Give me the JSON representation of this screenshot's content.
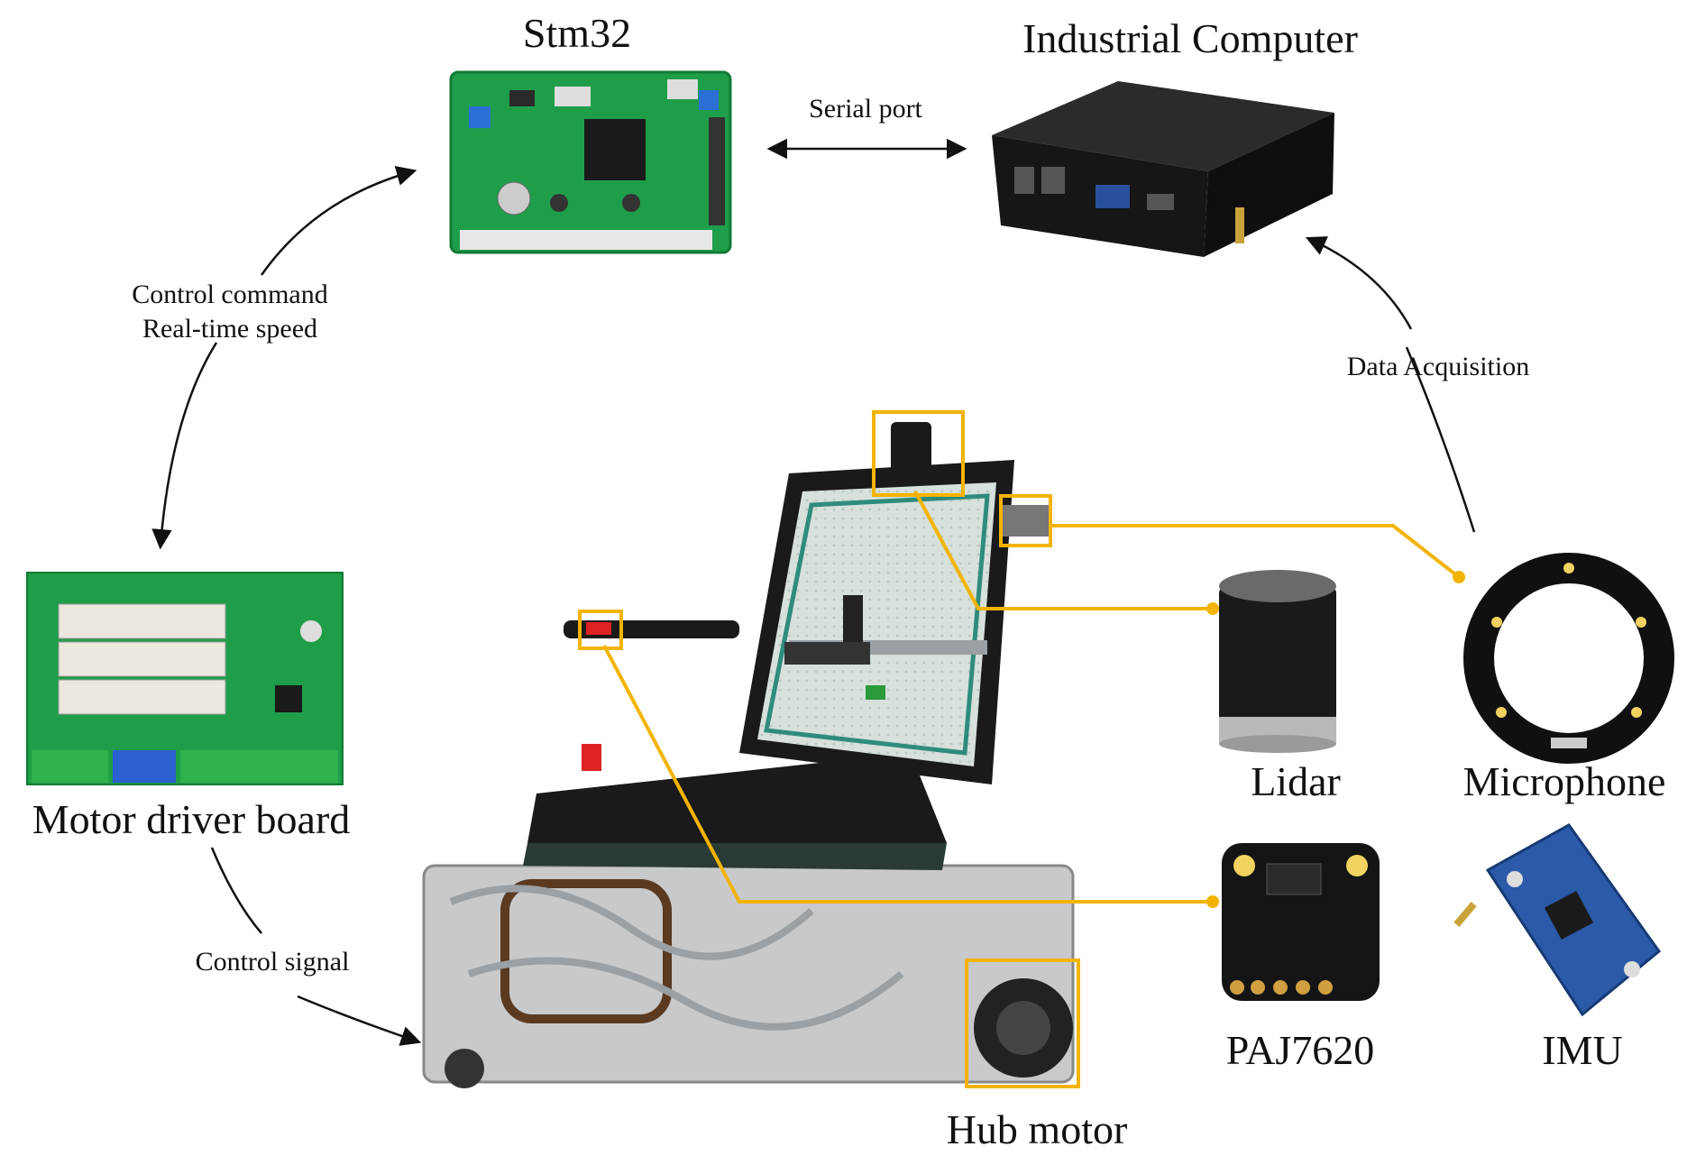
{
  "title_stm32": "Stm32",
  "title_computer": "Industrial Computer",
  "edge_serial": "Serial port",
  "edge_control_cmd_line1": "Control command",
  "edge_control_cmd_line2": "Real-time speed",
  "edge_data_acq": "Data Acquisition",
  "edge_control_signal": "Control signal",
  "node_motor_driver": "Motor driver board",
  "node_lidar": "Lidar",
  "node_microphone": "Microphone",
  "node_paj": "PAJ7620",
  "node_imu": "IMU",
  "node_hub_motor": "Hub motor",
  "colors": {
    "highlight": "#f2b400",
    "pcb_green": "#1f9e4a",
    "sensor_blue": "#2a5aa8",
    "black": "#141414"
  }
}
